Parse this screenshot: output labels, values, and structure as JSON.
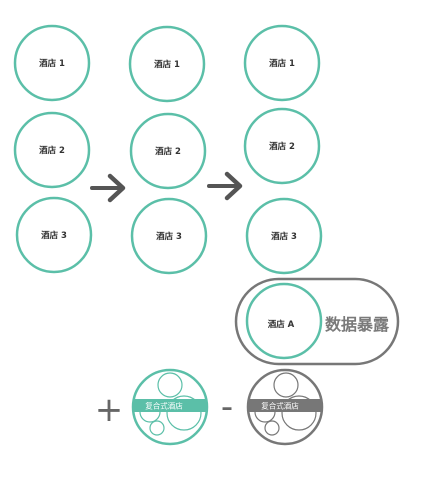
{
  "colors": {
    "teal": "#5bbfa8",
    "gray": "#777777",
    "text": "#333333",
    "arrow": "#555555"
  },
  "columns": [
    {
      "items": [
        "酒店 1",
        "酒店 2",
        "酒店 3"
      ]
    },
    {
      "items": [
        "酒店 1",
        "酒店 2",
        "酒店 3"
      ]
    },
    {
      "items": [
        "酒店 1",
        "酒店 2",
        "酒店 3"
      ]
    }
  ],
  "exposure": {
    "hotel_label": "酒店 A",
    "label": "数据暴露"
  },
  "bottom": {
    "plus": "+",
    "minus": "-",
    "teal_badge": "复合式酒店",
    "gray_badge": "复合式酒店"
  }
}
